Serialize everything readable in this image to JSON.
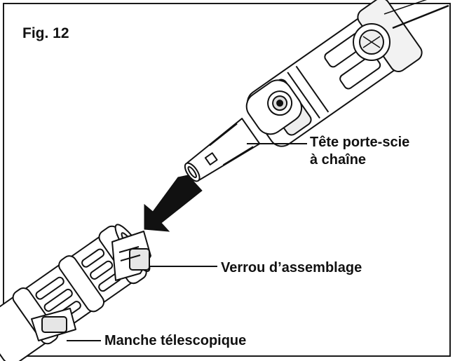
{
  "figure": {
    "title": "Fig. 12",
    "labels": {
      "head_line1": "Tête porte-scie",
      "head_line2": "à chaîne",
      "assembly_lock": "Verrou d’assemblage",
      "telescopic_handle": "Manche télescopique"
    },
    "arrow_direction": "down-left",
    "colors": {
      "ink": "#111111",
      "fill": "#ffffff",
      "shade": "#e6e6e6"
    }
  }
}
